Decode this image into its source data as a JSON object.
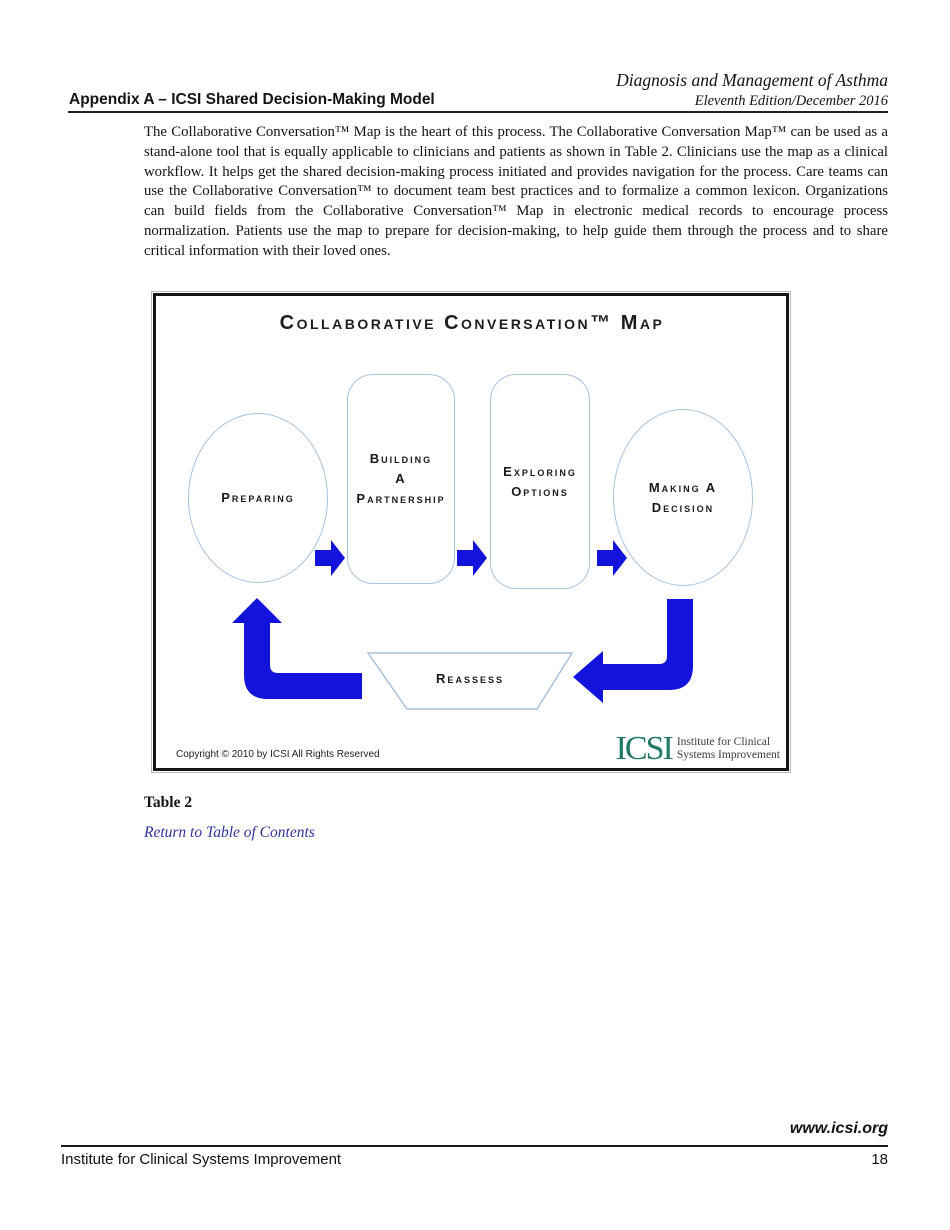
{
  "page": {
    "header": {
      "doc_title": "Diagnosis and Management of Asthma",
      "edition": "Eleventh Edition/December 2016",
      "appendix_title": "Appendix A – ICSI Shared Decision-Making Model"
    },
    "body_paragraph": "The Collaborative Conversation™ Map is the heart of this process. The Collaborative Conversation Map™ can be used as a stand-alone tool that is equally applicable to clinicians and patients as shown in Table 2. Clinicians use the map as a clinical workflow. It helps get the shared decision-making process initiated and provides navigation for the process. Care teams can use the Collaborative Conversation™ to document team best practices and to formalize a common lexicon. Organizations can build fields from the Collaborative Conversation™ Map in electronic medical records to encourage process normalization. Patients use the map to prepare for decision-making, to help guide them through the process and to share critical information with their loved ones.",
    "figure": {
      "title": "Collaborative Conversation™ Map",
      "nodes": {
        "preparing": {
          "label": "Preparing"
        },
        "building": {
          "lines": [
            "Building",
            "A",
            "Partnership"
          ]
        },
        "exploring": {
          "lines": [
            "Exploring",
            "Options"
          ]
        },
        "making": {
          "lines": [
            "Making A",
            "Decision"
          ]
        },
        "reassess": {
          "label": "Reassess"
        }
      },
      "copyright": "Copyright © 2010 by ICSI All Rights Reserved",
      "logo": {
        "acronym": "ICSI",
        "name_line1": "Institute for Clinical",
        "name_line2": "Systems Improvement",
        "color": "#1f7a66"
      },
      "arrow_color": "#1413dc",
      "outline_color": "#a9c2da"
    },
    "table_caption": "Table 2",
    "return_link": "Return to Table of Contents",
    "return_link_color": "#3333a0",
    "footer": {
      "site": "www.icsi.org",
      "org": "Institute for Clinical Systems Improvement",
      "page_number": "18"
    }
  }
}
